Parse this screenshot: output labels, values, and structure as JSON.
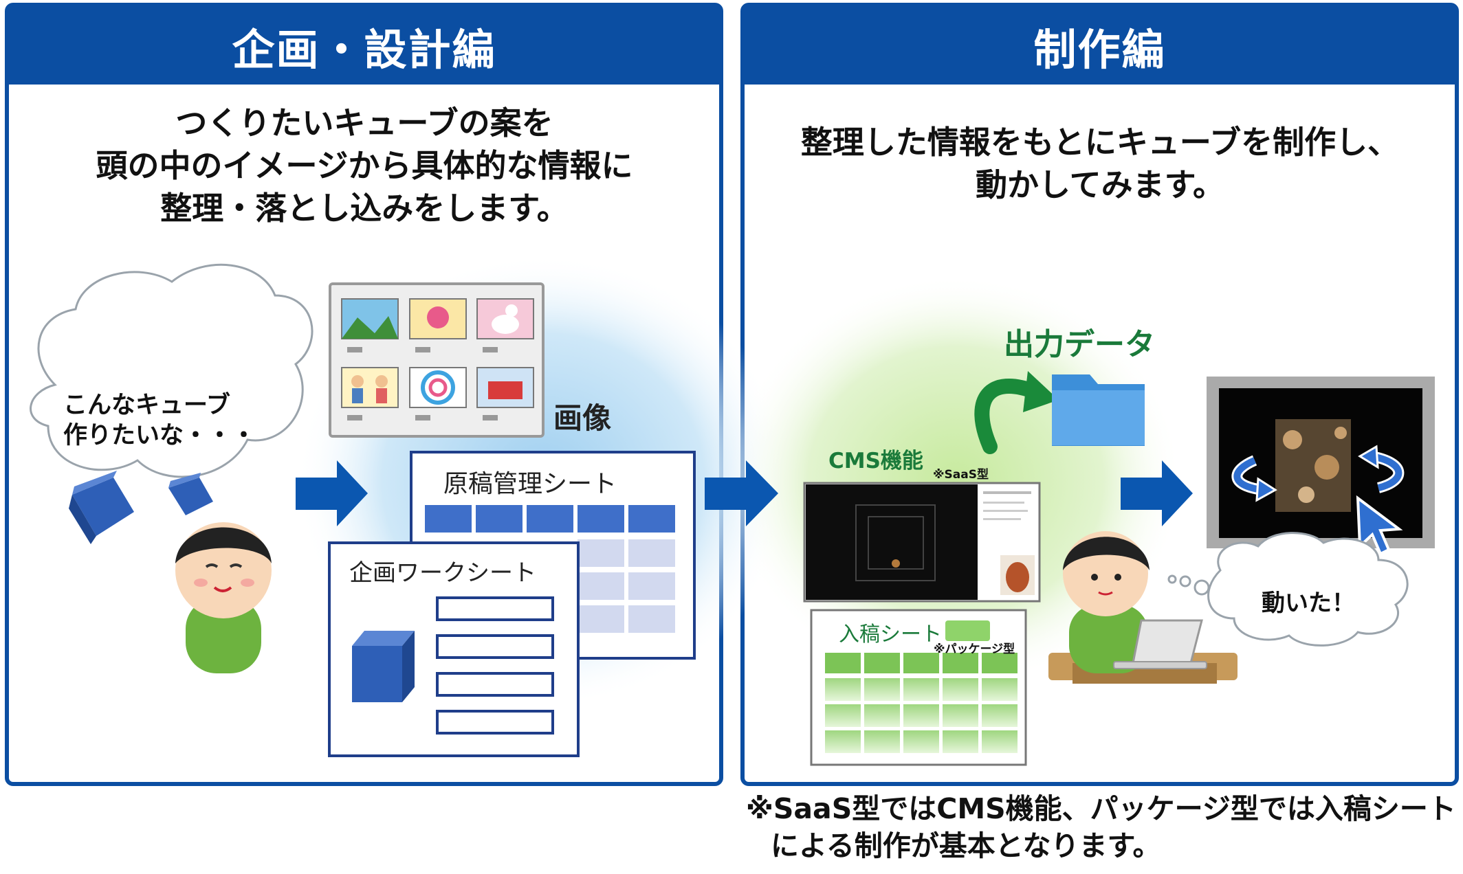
{
  "left_panel": {
    "title": "企画・設計編",
    "intro_lines": [
      "つくりたいキューブの案を",
      "頭の中のイメージから具体的な情報に",
      "整理・落とし込みをします。"
    ],
    "thought_lines": [
      "こんなキューブ",
      "作りたいな・・・"
    ],
    "images_label": "画像",
    "manuscript_sheet_label": "原稿管理シート",
    "planning_sheet_label": "企画ワークシート"
  },
  "right_panel": {
    "title": "制作編",
    "intro_lines": [
      "整理した情報をもとにキューブを制作し、",
      "動かしてみます。"
    ],
    "output_label": "出力データ",
    "cms_label": "CMS機能",
    "saas_note": "※SaaS型",
    "entry_sheet_label": "入稿シート",
    "package_note": "※パッケージ型",
    "moved_bubble": "動いた！"
  },
  "footnote_lines": [
    "※SaaS型ではCMS機能、パッケージ型では入稿シート",
    "による制作が基本となります。"
  ],
  "colors": {
    "brand_blue": "#0b4ea2",
    "arrow_blue": "#0b57b0",
    "output_green": "#1a7a3a",
    "sheet_green": "#5fb84a",
    "glow_blue": "#bfe0f7",
    "glow_green": "#d8f0c2"
  },
  "icons": [
    "cube-icon",
    "folder-icon",
    "curved-arrow-icon",
    "arrow-right-icon",
    "rotate-icon",
    "cursor-icon",
    "laptop-icon",
    "person-icon"
  ]
}
